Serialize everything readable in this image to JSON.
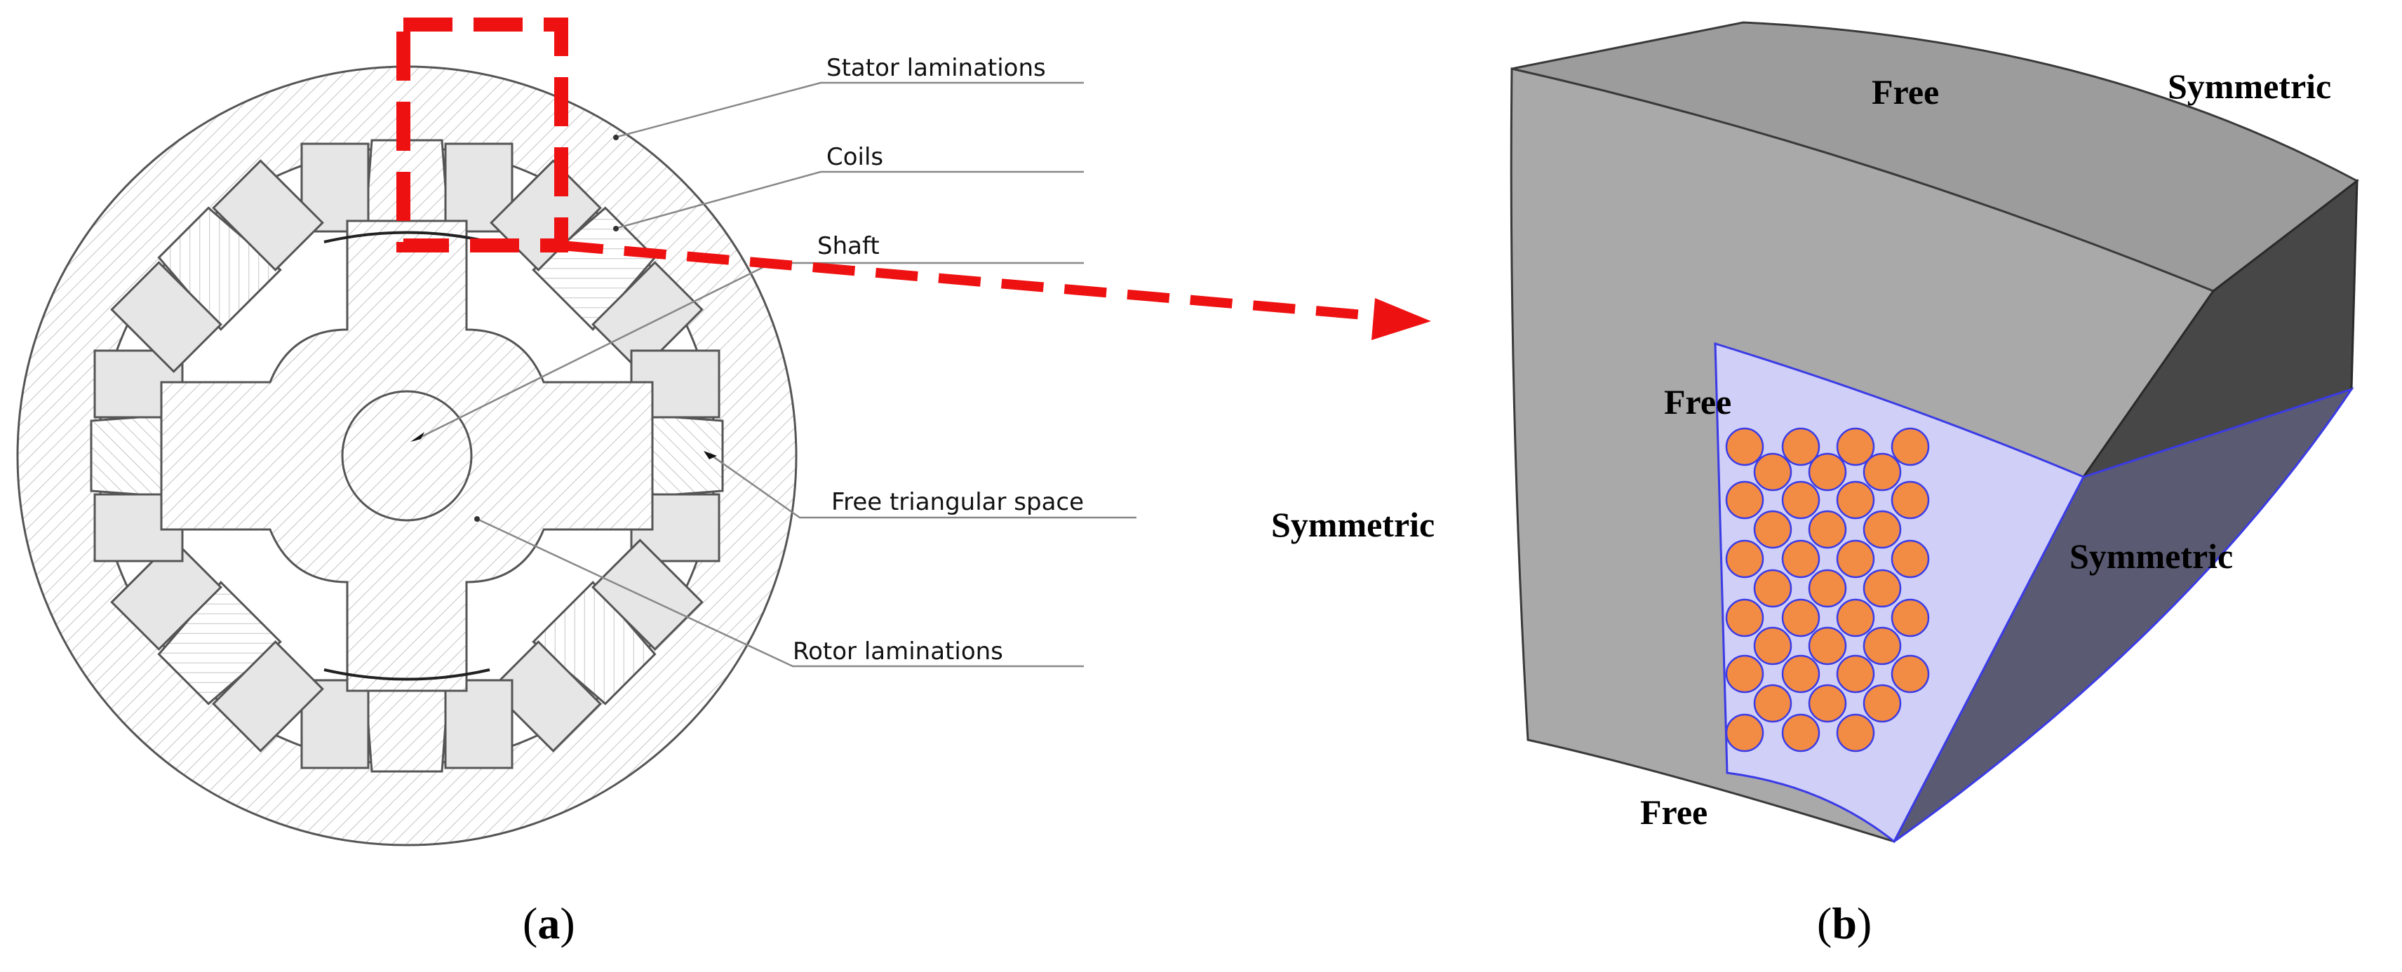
{
  "panel_a": {
    "labels": {
      "stator": "Stator laminations",
      "coils": "Coils",
      "shaft": "Shaft",
      "free_space": "Free triangular space",
      "rotor": "Rotor laminations"
    },
    "caption": {
      "open": "(",
      "letter": "a",
      "close": ")"
    }
  },
  "panel_b": {
    "labels": {
      "free_top": "Free",
      "symmetric_top_right": "Symmetric",
      "free_inner": "Free",
      "symmetric_left": "Symmetric",
      "symmetric_right": "Symmetric",
      "free_bottom": "Free"
    },
    "caption": {
      "open": "(",
      "letter": "b",
      "close": ")"
    }
  },
  "colors": {
    "highlight": "#ee1111",
    "coil_fill": "#e6e6e6",
    "block_gray": "#a9a9a9",
    "block_dark": "#474747",
    "slot_fill": "#cfcff7",
    "slot_edge": "#3b3be6",
    "wire": "#f28c45"
  }
}
